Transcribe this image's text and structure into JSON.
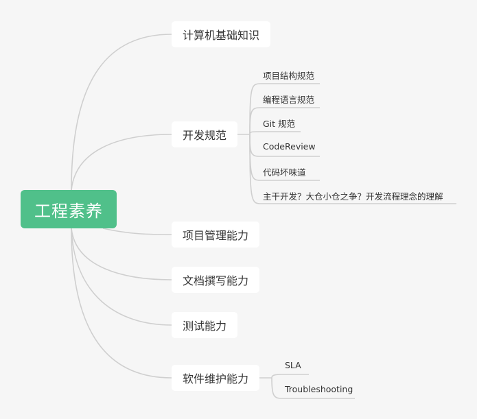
{
  "root": "工程素养",
  "branches": {
    "cs_basics": "计算机基础知识",
    "dev_standards": {
      "label": "开发规范",
      "children": [
        "项目结构规范",
        "编程语言规范",
        "Git 规范",
        "CodeReview",
        "代码坏味道",
        "主干开发？大仓小仓之争？开发流程理念的理解"
      ]
    },
    "project_mgmt": "项目管理能力",
    "doc_writing": "文档撰写能力",
    "testing": "测试能力",
    "maintenance": {
      "label": "软件维护能力",
      "children": [
        "SLA",
        "Troubleshooting"
      ]
    }
  },
  "colors": {
    "root_bg": "#50c08a",
    "line": "#cfcfcf",
    "canvas": "#f6f6f6"
  }
}
